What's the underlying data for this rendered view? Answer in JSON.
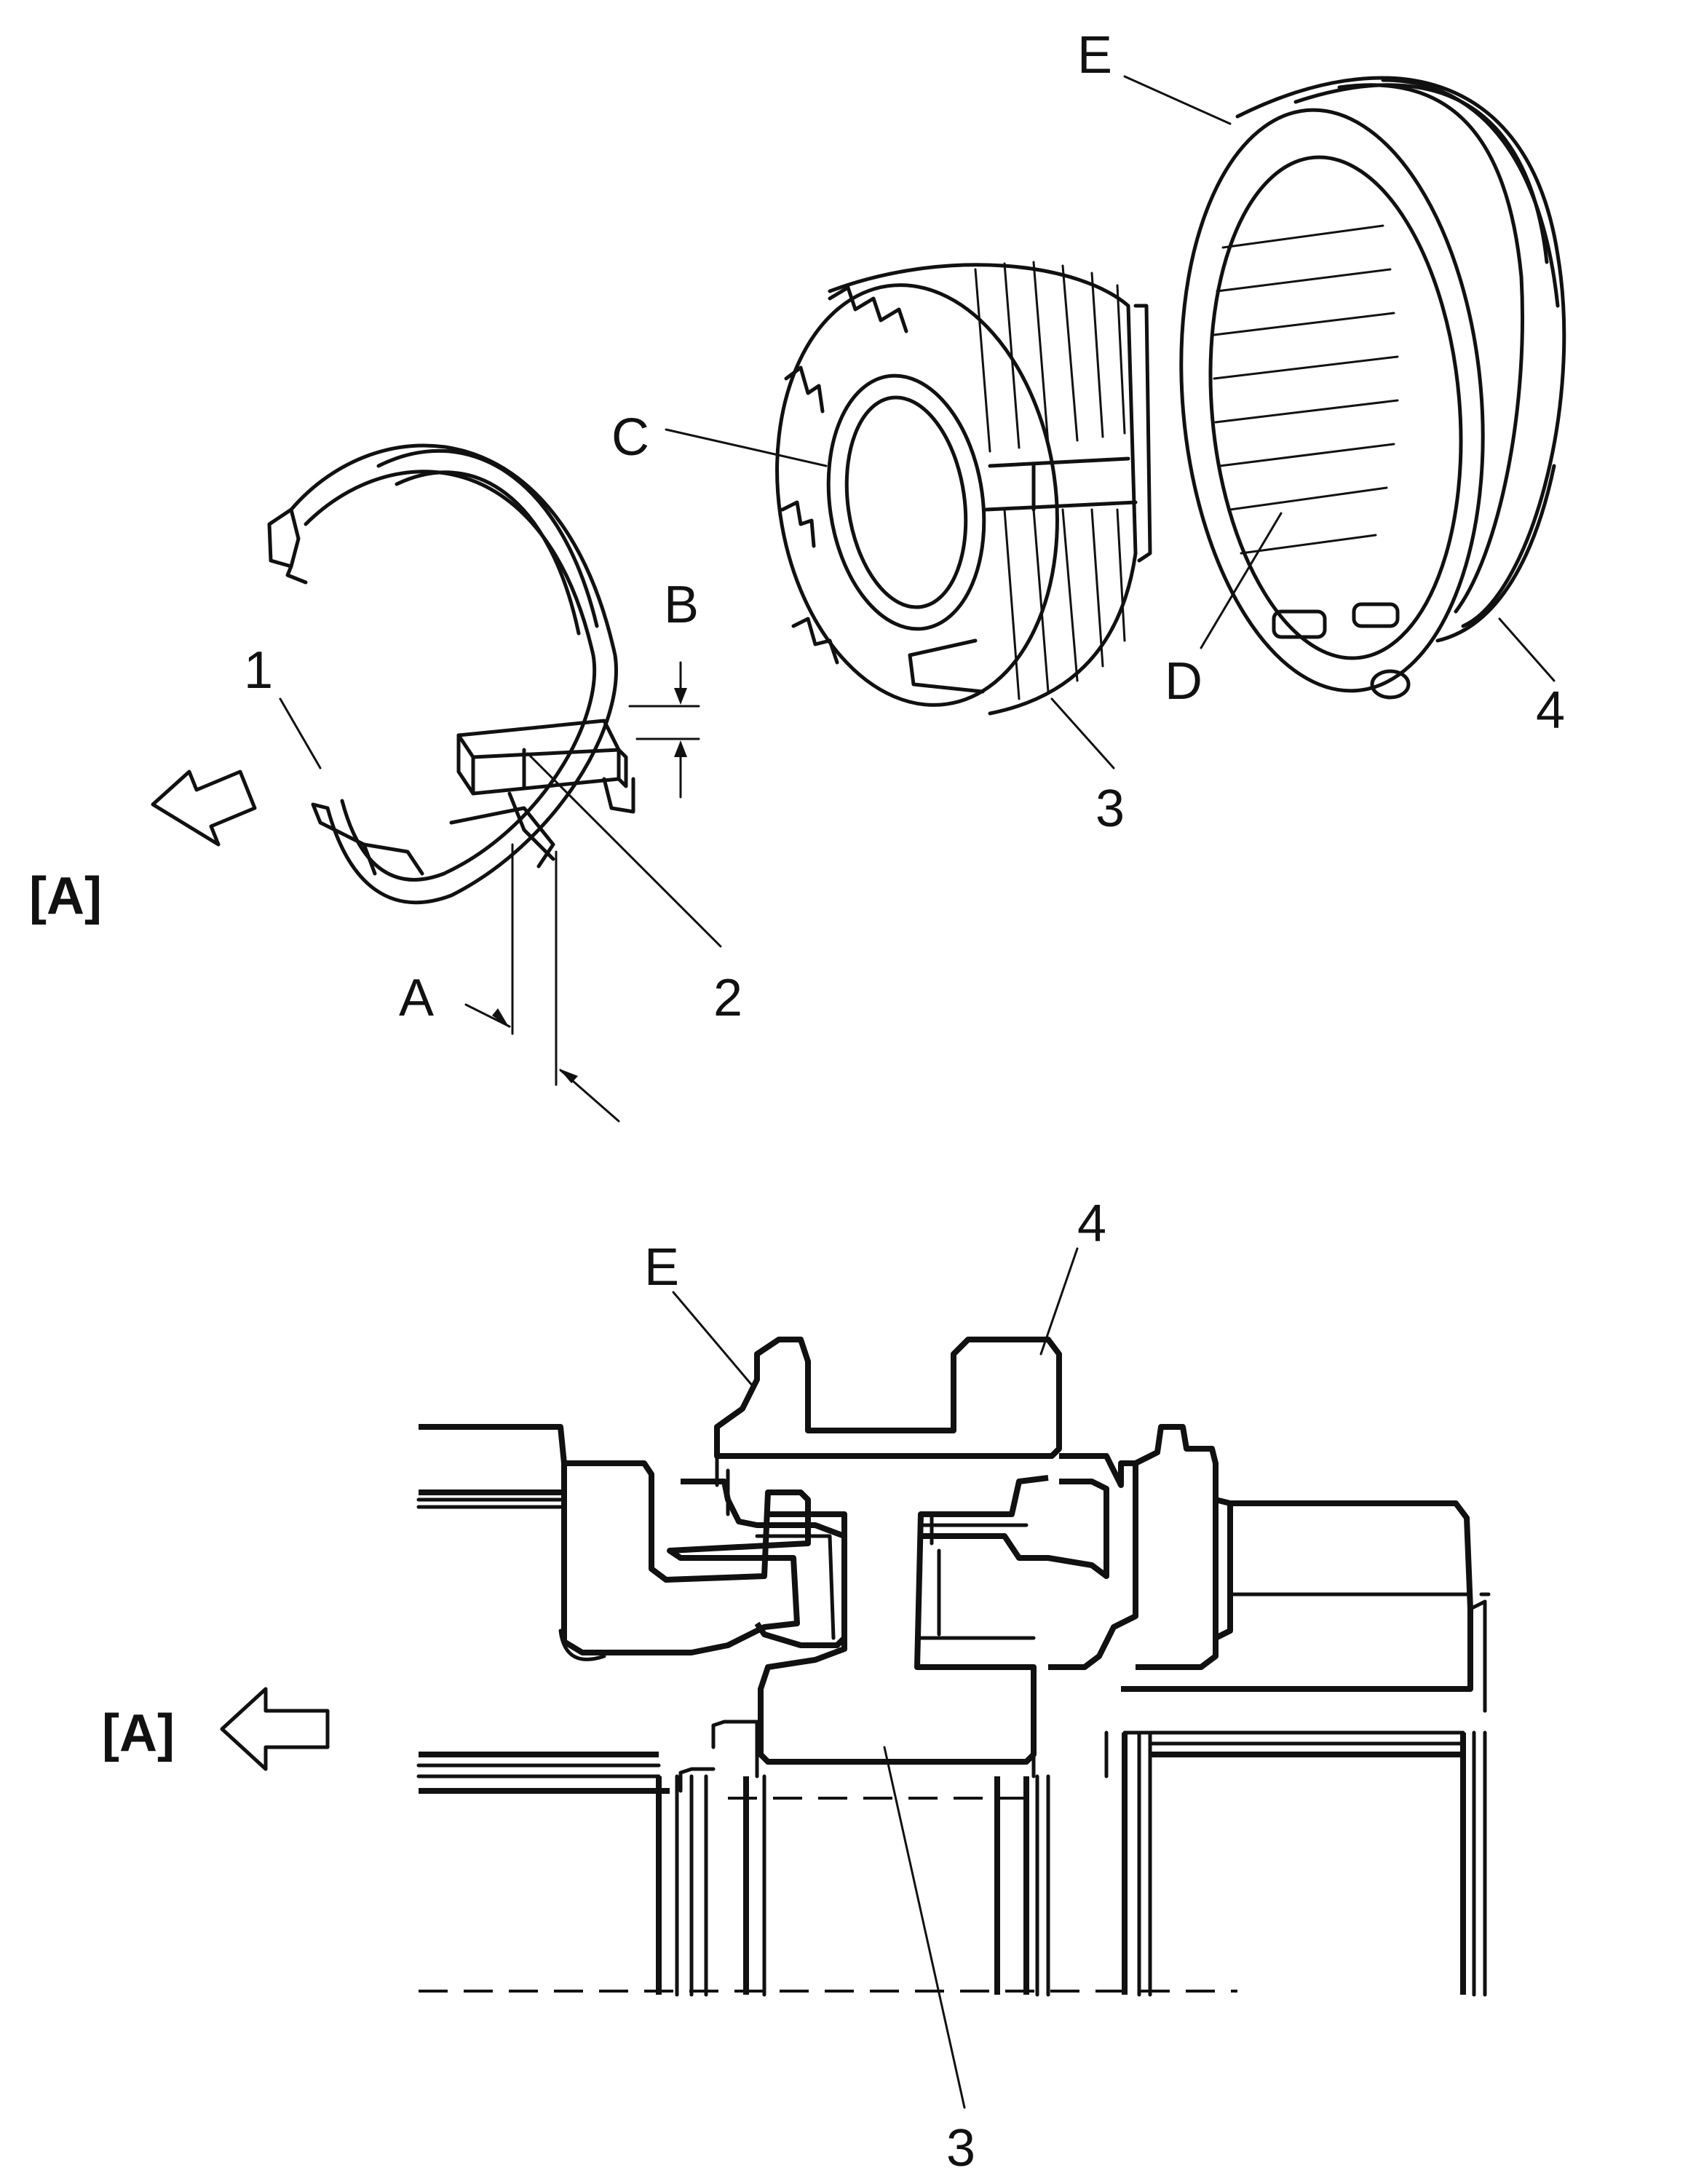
{
  "labels": {
    "top": {
      "E": "E",
      "C": "C",
      "B": "B",
      "one": "1",
      "D": "D",
      "four": "4",
      "three": "3",
      "A_arrow": "[A]",
      "A": "A",
      "two": "2"
    },
    "bottom": {
      "E": "E",
      "four": "4",
      "A_arrow": "[A]",
      "three": "3"
    }
  }
}
